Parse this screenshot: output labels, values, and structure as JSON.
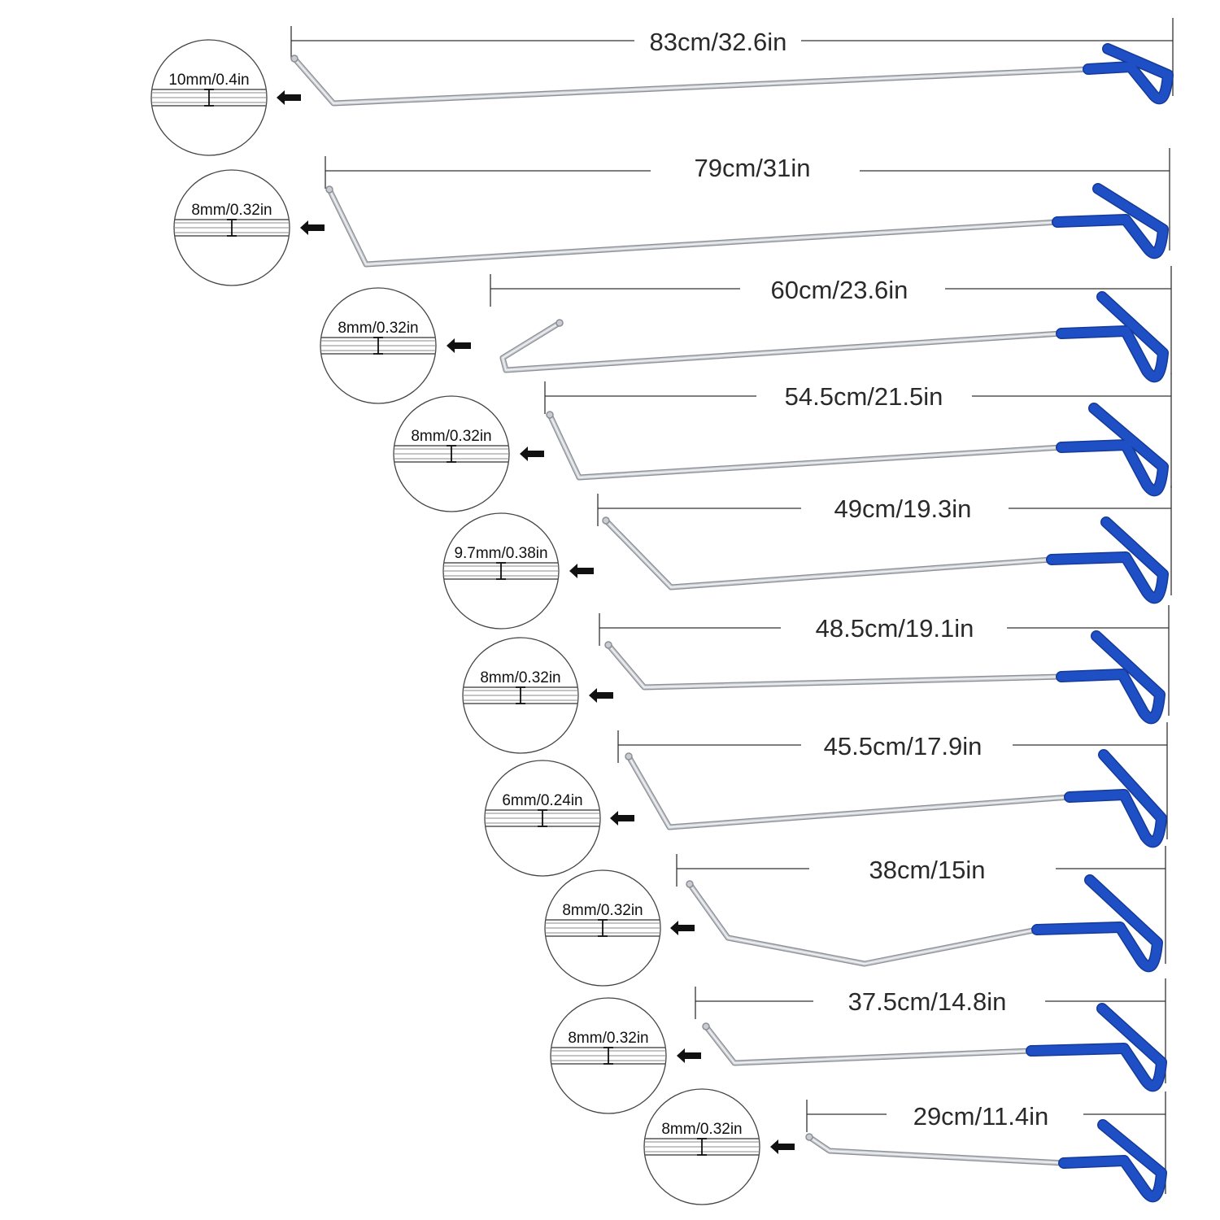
{
  "tools": [
    {
      "length_label": "83cm/32.6in",
      "diameter_label": "10mm/0.4in"
    },
    {
      "length_label": "79cm/31in",
      "diameter_label": "8mm/0.32in"
    },
    {
      "length_label": "60cm/23.6in",
      "diameter_label": "8mm/0.32in"
    },
    {
      "length_label": "54.5cm/21.5in",
      "diameter_label": "8mm/0.32in"
    },
    {
      "length_label": "49cm/19.3in",
      "diameter_label": "9.7mm/0.38in"
    },
    {
      "length_label": "48.5cm/19.1in",
      "diameter_label": "8mm/0.32in"
    },
    {
      "length_label": "45.5cm/17.9in",
      "diameter_label": "6mm/0.24in"
    },
    {
      "length_label": "38cm/15in",
      "diameter_label": "8mm/0.32in"
    },
    {
      "length_label": "37.5cm/14.8in",
      "diameter_label": "8mm/0.32in"
    },
    {
      "length_label": "29cm/11.4in",
      "diameter_label": "8mm/0.32in"
    }
  ],
  "colors": {
    "handle": "#1f4fc4",
    "handle_dark": "#143a9a",
    "rod": "#c9ccd1",
    "rod_edge": "#8b8f96",
    "line": "#333333"
  },
  "icons": {
    "arrow": "arrow-left-icon",
    "detail": "rod-diameter-detail-icon"
  }
}
